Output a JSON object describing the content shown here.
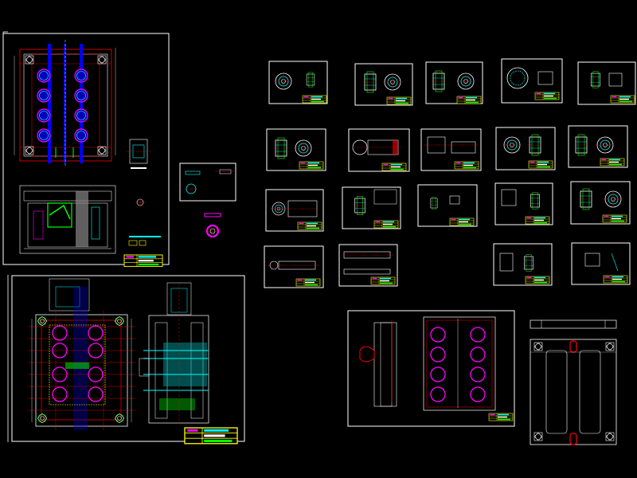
{
  "app": {
    "background": "#000000",
    "description_colors": {
      "frame": "#ffffff",
      "outline": "#ffffff",
      "cyan": "#00ffff",
      "blue": "#0000ff",
      "magenta": "#ff00ff",
      "red": "#ff0000",
      "green": "#00ff00",
      "yellow": "#ffff00"
    }
  },
  "sheets": [
    {
      "id": "mold-assembly-top",
      "kind": "assembly"
    },
    {
      "id": "mold-assembly-main",
      "kind": "assembly"
    },
    {
      "id": "cavity-plate",
      "kind": "plate"
    },
    {
      "id": "base-plate",
      "kind": "plate"
    },
    {
      "id": "part-sheets",
      "count": 21,
      "kind": "part"
    }
  ]
}
